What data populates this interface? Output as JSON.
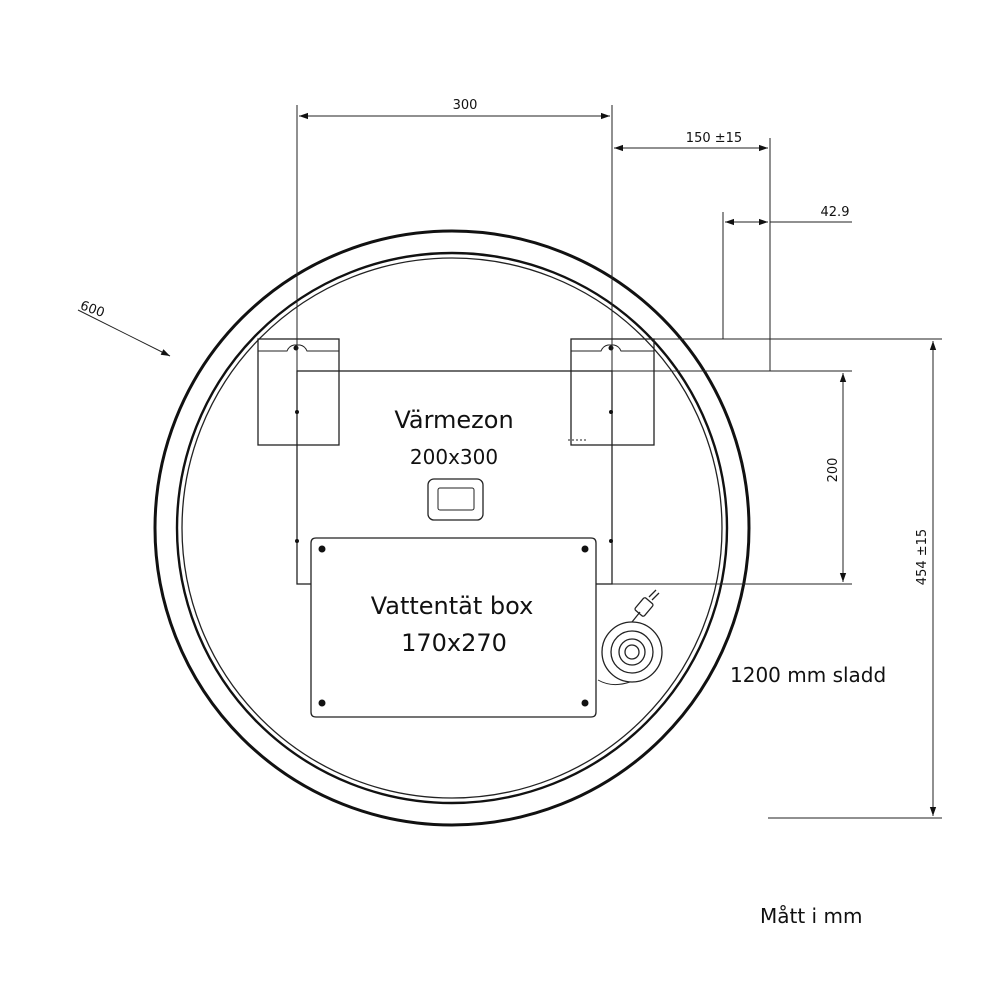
{
  "dimensions": {
    "bracket_spacing": "300",
    "offset": "150 ±15",
    "depth": "42.9",
    "diameter": "600",
    "height_200": "200",
    "total_height": "454 ±15"
  },
  "heating_zone": {
    "title": "Värmezon",
    "size": "200x300"
  },
  "waterproof_box": {
    "title": "Vattentät box",
    "size": "170x270"
  },
  "cable_label": "1200 mm sladd",
  "units_note": "Mått i mm",
  "colors": {
    "line": "#111111",
    "background": "#ffffff"
  }
}
